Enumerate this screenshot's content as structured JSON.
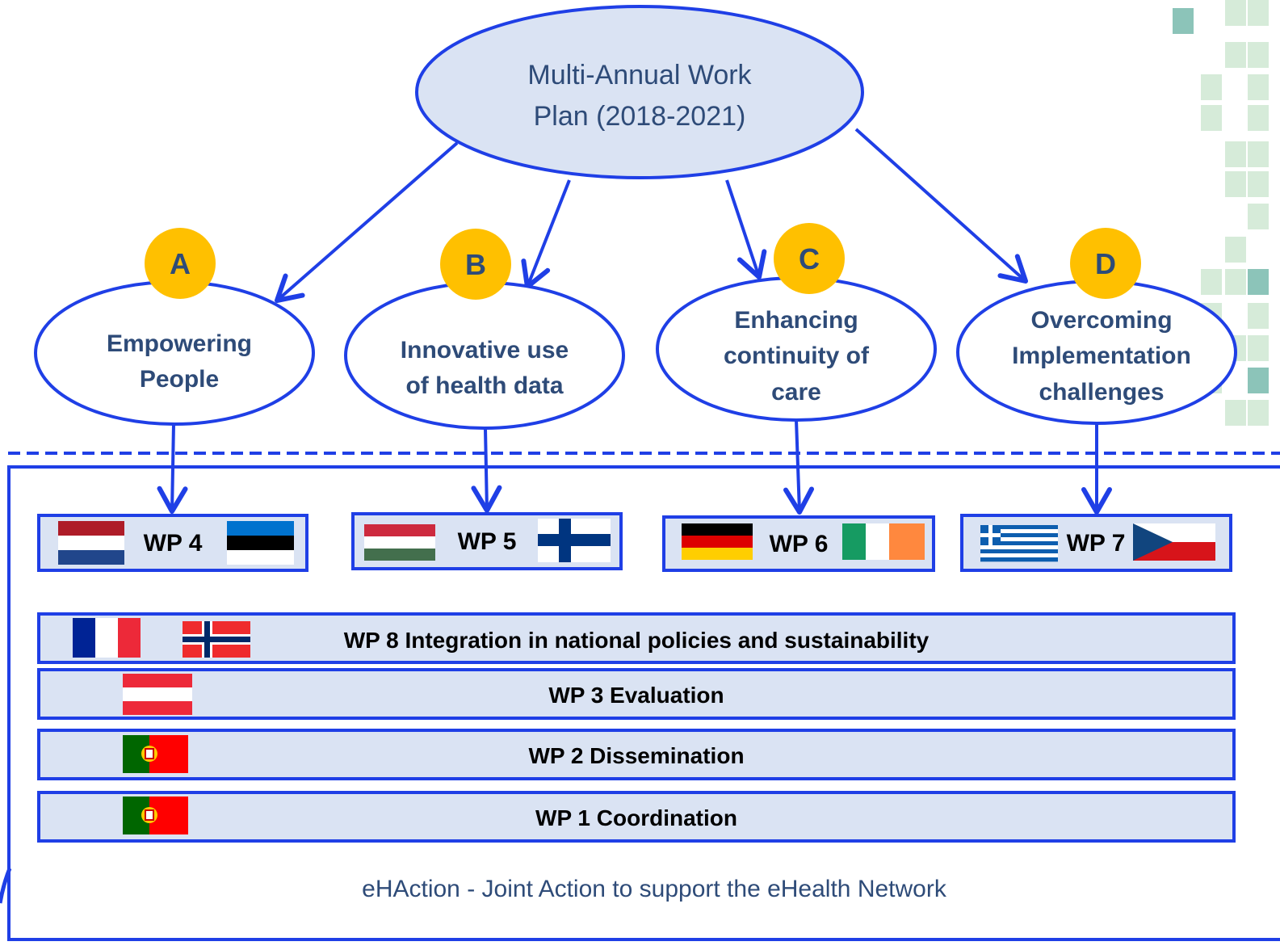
{
  "colors": {
    "line": "#1f3fe6",
    "fill": "#dae3f3",
    "badge": "#ffc000",
    "text": "#2e4b78",
    "deco_light": "#d6ebd9",
    "deco_dark": "#8cc4b9"
  },
  "top": {
    "line1": "Multi-Annual Work",
    "line2": "Plan (2018-2021)"
  },
  "pillars": [
    {
      "letter": "A",
      "lines": [
        "Empowering",
        "People"
      ]
    },
    {
      "letter": "B",
      "lines": [
        "Innovative use",
        "of health data"
      ]
    },
    {
      "letter": "C",
      "lines": [
        "Enhancing",
        "continuity of",
        "care"
      ]
    },
    {
      "letter": "D",
      "lines": [
        "Overcoming",
        "Implementation",
        "challenges"
      ]
    }
  ],
  "wp_boxes": [
    {
      "label": "WP 4",
      "flags": [
        "netherlands-flag",
        "estonia-flag"
      ]
    },
    {
      "label": "WP 5",
      "flags": [
        "hungary-flag",
        "finland-flag"
      ]
    },
    {
      "label": "WP 6",
      "flags": [
        "germany-flag",
        "ireland-flag"
      ]
    },
    {
      "label": "WP 7",
      "flags": [
        "greece-flag",
        "czech-flag"
      ]
    }
  ],
  "bars": [
    {
      "label": "WP 8 Integration in national policies and sustainability",
      "flags": [
        "france-flag",
        "norway-flag"
      ]
    },
    {
      "label": "WP 3 Evaluation",
      "flags": [
        "austria-flag"
      ]
    },
    {
      "label": "WP 2 Dissemination",
      "flags": [
        "portugal-flag"
      ]
    },
    {
      "label": "WP 1 Coordination",
      "flags": [
        "portugal-flag"
      ]
    }
  ],
  "footer": "eHAction - Joint Action to support the eHealth Network"
}
